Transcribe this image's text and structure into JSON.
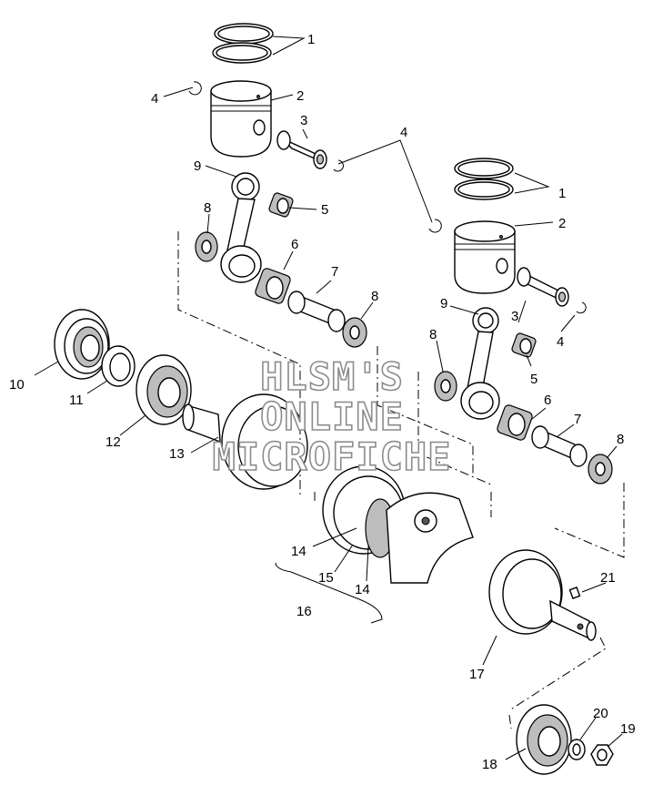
{
  "watermark": {
    "line1": "HLSM'S",
    "line2": "ONLINE",
    "line3": "MICROFICHE"
  },
  "callouts": [
    {
      "id": "c1a",
      "label": "1"
    },
    {
      "id": "c2a",
      "label": "2"
    },
    {
      "id": "c3a",
      "label": "3"
    },
    {
      "id": "c4a",
      "label": "4"
    },
    {
      "id": "c4b",
      "label": "4"
    },
    {
      "id": "c9a",
      "label": "9"
    },
    {
      "id": "c5a",
      "label": "5"
    },
    {
      "id": "c8a",
      "label": "8"
    },
    {
      "id": "c6a",
      "label": "6"
    },
    {
      "id": "c7a",
      "label": "7"
    },
    {
      "id": "c8b",
      "label": "8"
    },
    {
      "id": "c1b",
      "label": "1"
    },
    {
      "id": "c2b",
      "label": "2"
    },
    {
      "id": "c9b",
      "label": "9"
    },
    {
      "id": "c3b",
      "label": "3"
    },
    {
      "id": "c4c",
      "label": "4"
    },
    {
      "id": "c8c",
      "label": "8"
    },
    {
      "id": "c5b",
      "label": "5"
    },
    {
      "id": "c6b",
      "label": "6"
    },
    {
      "id": "c7b",
      "label": "7"
    },
    {
      "id": "c8d",
      "label": "8"
    },
    {
      "id": "c10",
      "label": "10"
    },
    {
      "id": "c11",
      "label": "11"
    },
    {
      "id": "c12",
      "label": "12"
    },
    {
      "id": "c13",
      "label": "13"
    },
    {
      "id": "c14a",
      "label": "14"
    },
    {
      "id": "c15",
      "label": "15"
    },
    {
      "id": "c14b",
      "label": "14"
    },
    {
      "id": "c16",
      "label": "16"
    },
    {
      "id": "c21",
      "label": "21"
    },
    {
      "id": "c17",
      "label": "17"
    },
    {
      "id": "c20",
      "label": "20"
    },
    {
      "id": "c19",
      "label": "19"
    },
    {
      "id": "c18",
      "label": "18"
    }
  ]
}
